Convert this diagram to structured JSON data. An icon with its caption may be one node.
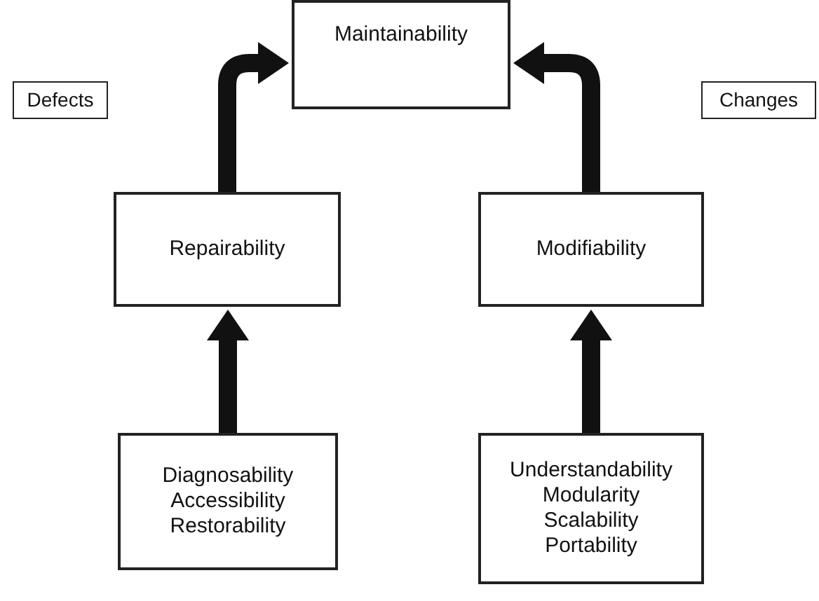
{
  "diagram": {
    "nodes": [
      {
        "text": [
          "Maintainability"
        ]
      },
      {
        "text": [
          "Defects"
        ]
      },
      {
        "text": [
          "Changes"
        ]
      },
      {
        "text": [
          "Repairability"
        ]
      },
      {
        "text": [
          "Modifiability"
        ]
      },
      {
        "text": [
          "Diagnosability",
          "Accessibility",
          "Restorability"
        ]
      },
      {
        "text": [
          "Understandability",
          "Modularity",
          "Scalability",
          "Portability"
        ]
      }
    ],
    "edges": [
      {
        "from": 3,
        "to": 0,
        "arrow": "to"
      },
      {
        "from": 4,
        "to": 0,
        "arrow": "to"
      },
      {
        "from": 5,
        "to": 3,
        "arrow": "to"
      },
      {
        "from": 6,
        "to": 4,
        "arrow": "to"
      }
    ]
  }
}
